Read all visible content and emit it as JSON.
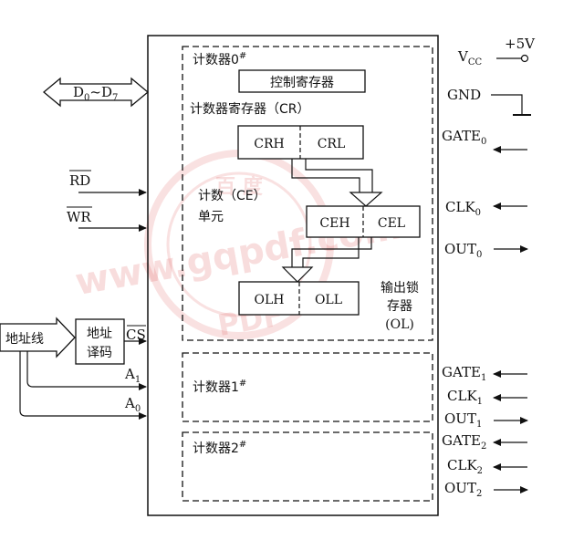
{
  "watermark": {
    "line1": "www.gqpdf.com",
    "line2": "PDF",
    "stamp": "百 度",
    "color": "#e06a6a"
  },
  "bus": {
    "data_main": "D",
    "data_sub_start": "0",
    "tilde": "~",
    "data_main2": "D",
    "data_sub_end": "7"
  },
  "inputs": {
    "rd": "RD",
    "wr": "WR",
    "cs": "CS",
    "a1_main": "A",
    "a1_sub": "1",
    "a0_main": "A",
    "a0_sub": "0"
  },
  "address": {
    "line_label": "地址线",
    "decoder_line1": "地址",
    "decoder_line2": "译码"
  },
  "counter0": {
    "title": "计数器0",
    "title_mark": "#",
    "control_register": "控制寄存器",
    "count_register_label": "计数器寄存器（CR）",
    "crh": "CRH",
    "crl": "CRL",
    "ce_label1": "计数（CE）",
    "ce_label2": "单元",
    "ceh": "CEH",
    "cel": "CEL",
    "olh": "OLH",
    "oll": "OLL",
    "ol_label1": "输出锁",
    "ol_label2": "存器",
    "ol_label3": "(OL)"
  },
  "counter1": {
    "title": "计数器1",
    "title_mark": "#"
  },
  "counter2": {
    "title": "计数器2",
    "title_mark": "#"
  },
  "power": {
    "vcc_main": "V",
    "vcc_sub": "CC",
    "plus5v": "+5V",
    "gnd": "GND"
  },
  "pins": {
    "gate0": {
      "main": "GATE",
      "sub": "0"
    },
    "clk0": {
      "main": "CLK",
      "sub": "0"
    },
    "out0": {
      "main": "OUT",
      "sub": "0"
    },
    "gate1": {
      "main": "GATE",
      "sub": "1"
    },
    "clk1": {
      "main": "CLK",
      "sub": "1"
    },
    "out1": {
      "main": "OUT",
      "sub": "1"
    },
    "gate2": {
      "main": "GATE",
      "sub": "2"
    },
    "clk2": {
      "main": "CLK",
      "sub": "2"
    },
    "out2": {
      "main": "OUT",
      "sub": "2"
    }
  }
}
